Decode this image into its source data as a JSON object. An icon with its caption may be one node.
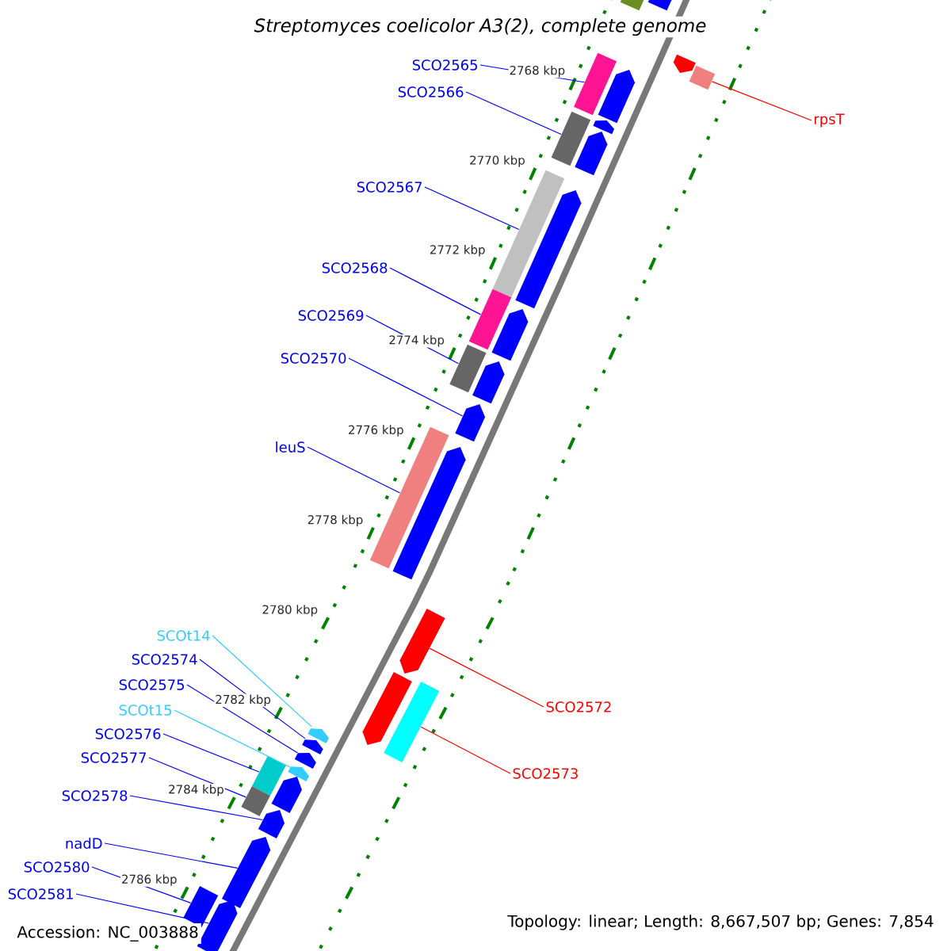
{
  "diagram": {
    "title": "Streptomyces coelicolor A3(2), complete genome",
    "nodes": [
      {
        "text": [
          "SCO2565"
        ]
      },
      {
        "text": [
          "SCO2566"
        ]
      },
      {
        "text": [
          "rpsT"
        ]
      },
      {
        "text": [
          "SCO2567"
        ]
      },
      {
        "text": [
          "SCO2568"
        ]
      },
      {
        "text": [
          "SCO2569"
        ]
      },
      {
        "text": [
          "SCO2570"
        ]
      },
      {
        "text": [
          "leuS"
        ]
      },
      {
        "text": [
          "SCOt14"
        ]
      },
      {
        "text": [
          "SCO2574"
        ]
      },
      {
        "text": [
          "SCO2575"
        ]
      },
      {
        "text": [
          "SCO2572"
        ]
      },
      {
        "text": [
          "SCOt15"
        ]
      },
      {
        "text": [
          "SCO2576"
        ]
      },
      {
        "text": [
          "SCO2577"
        ]
      },
      {
        "text": [
          "SCO2573"
        ]
      },
      {
        "text": [
          "SCO2578"
        ]
      },
      {
        "text": [
          "nadD"
        ]
      },
      {
        "text": [
          "SCO2580"
        ]
      },
      {
        "text": [
          "SCO2581"
        ]
      },
      {
        "text": [],
        "shape": "box"
      },
      {
        "text": [],
        "shape": "pentagon"
      },
      {
        "text": [],
        "shape": "box"
      },
      {
        "text": [],
        "shape": "pentagon"
      },
      {
        "text": [],
        "shape": "pentagon"
      },
      {
        "text": [],
        "shape": "box"
      },
      {
        "text": [],
        "shape": "box"
      },
      {
        "text": [],
        "shape": "pentagon"
      },
      {
        "text": [],
        "shape": "pentagon"
      },
      {
        "text": [],
        "shape": "box"
      },
      {
        "text": [],
        "shape": "pentagon"
      },
      {
        "text": [],
        "shape": "box"
      },
      {
        "text": [],
        "shape": "pentagon"
      },
      {
        "text": [],
        "shape": "box"
      },
      {
        "text": [],
        "shape": "pentagon"
      },
      {
        "text": [],
        "shape": "pentagon"
      },
      {
        "text": [],
        "shape": "box"
      },
      {
        "text": [],
        "shape": "pentagon"
      },
      {
        "text": [],
        "shape": "pentagon"
      },
      {
        "text": [],
        "shape": "pentagon"
      },
      {
        "text": [],
        "shape": "box"
      },
      {
        "text": [],
        "shape": "pentagon"
      },
      {
        "text": [],
        "shape": "pentagon"
      },
      {
        "text": [],
        "shape": "pentagon"
      },
      {
        "text": [],
        "shape": "box"
      },
      {
        "text": [],
        "shape": "pentagon"
      },
      {
        "text": [],
        "shape": "pentagon"
      },
      {
        "text": [],
        "shape": "box"
      },
      {
        "text": [],
        "shape": "pentagon"
      },
      {
        "text": [],
        "shape": "pentagon"
      },
      {
        "text": [],
        "shape": "box"
      },
      {
        "text": [],
        "shape": "pentagon"
      }
    ],
    "edges": [
      {
        "from": 0,
        "to": 22,
        "arrow": "none"
      },
      {
        "from": 1,
        "to": 26,
        "arrow": "none"
      },
      {
        "from": 2,
        "to": 25,
        "arrow": "none",
        "color": "#ff0000"
      },
      {
        "from": 3,
        "to": 29,
        "arrow": "none"
      },
      {
        "from": 4,
        "to": 31,
        "arrow": "none"
      },
      {
        "from": 5,
        "to": 33,
        "arrow": "none"
      },
      {
        "from": 6,
        "to": 35,
        "arrow": "none"
      },
      {
        "from": 7,
        "to": 36,
        "arrow": "none"
      },
      {
        "from": 8,
        "to": 41,
        "arrow": "none",
        "color": "#33ccff"
      },
      {
        "from": 9,
        "to": 42,
        "arrow": "none"
      },
      {
        "from": 10,
        "to": 43,
        "arrow": "none"
      },
      {
        "from": 11,
        "to": 38,
        "arrow": "none",
        "color": "#ff0000"
      },
      {
        "from": 12,
        "to": 45,
        "arrow": "none",
        "color": "#33ccff"
      },
      {
        "from": 13,
        "to": 44,
        "arrow": "none"
      },
      {
        "from": 14,
        "to": 47,
        "arrow": "none"
      },
      {
        "from": 15,
        "to": 40,
        "arrow": "none",
        "color": "#ff0000"
      },
      {
        "from": 16,
        "to": 48,
        "arrow": "none"
      },
      {
        "from": 17,
        "to": 49,
        "arrow": "none"
      },
      {
        "from": 18,
        "to": 50,
        "arrow": "none"
      },
      {
        "from": 19,
        "to": 51,
        "arrow": "none"
      }
    ],
    "labels": [
      "2768 kbp",
      "2770 kbp",
      "2772 kbp",
      "2774 kbp",
      "2776 kbp",
      "2778 kbp",
      "2780 kbp",
      "2782 kbp",
      "2784 kbp",
      "2786 kbp",
      "Accession: NC_003888",
      "Topology: linear; Length: 8,667,507 bp; Genes: 7,854"
    ]
  }
}
